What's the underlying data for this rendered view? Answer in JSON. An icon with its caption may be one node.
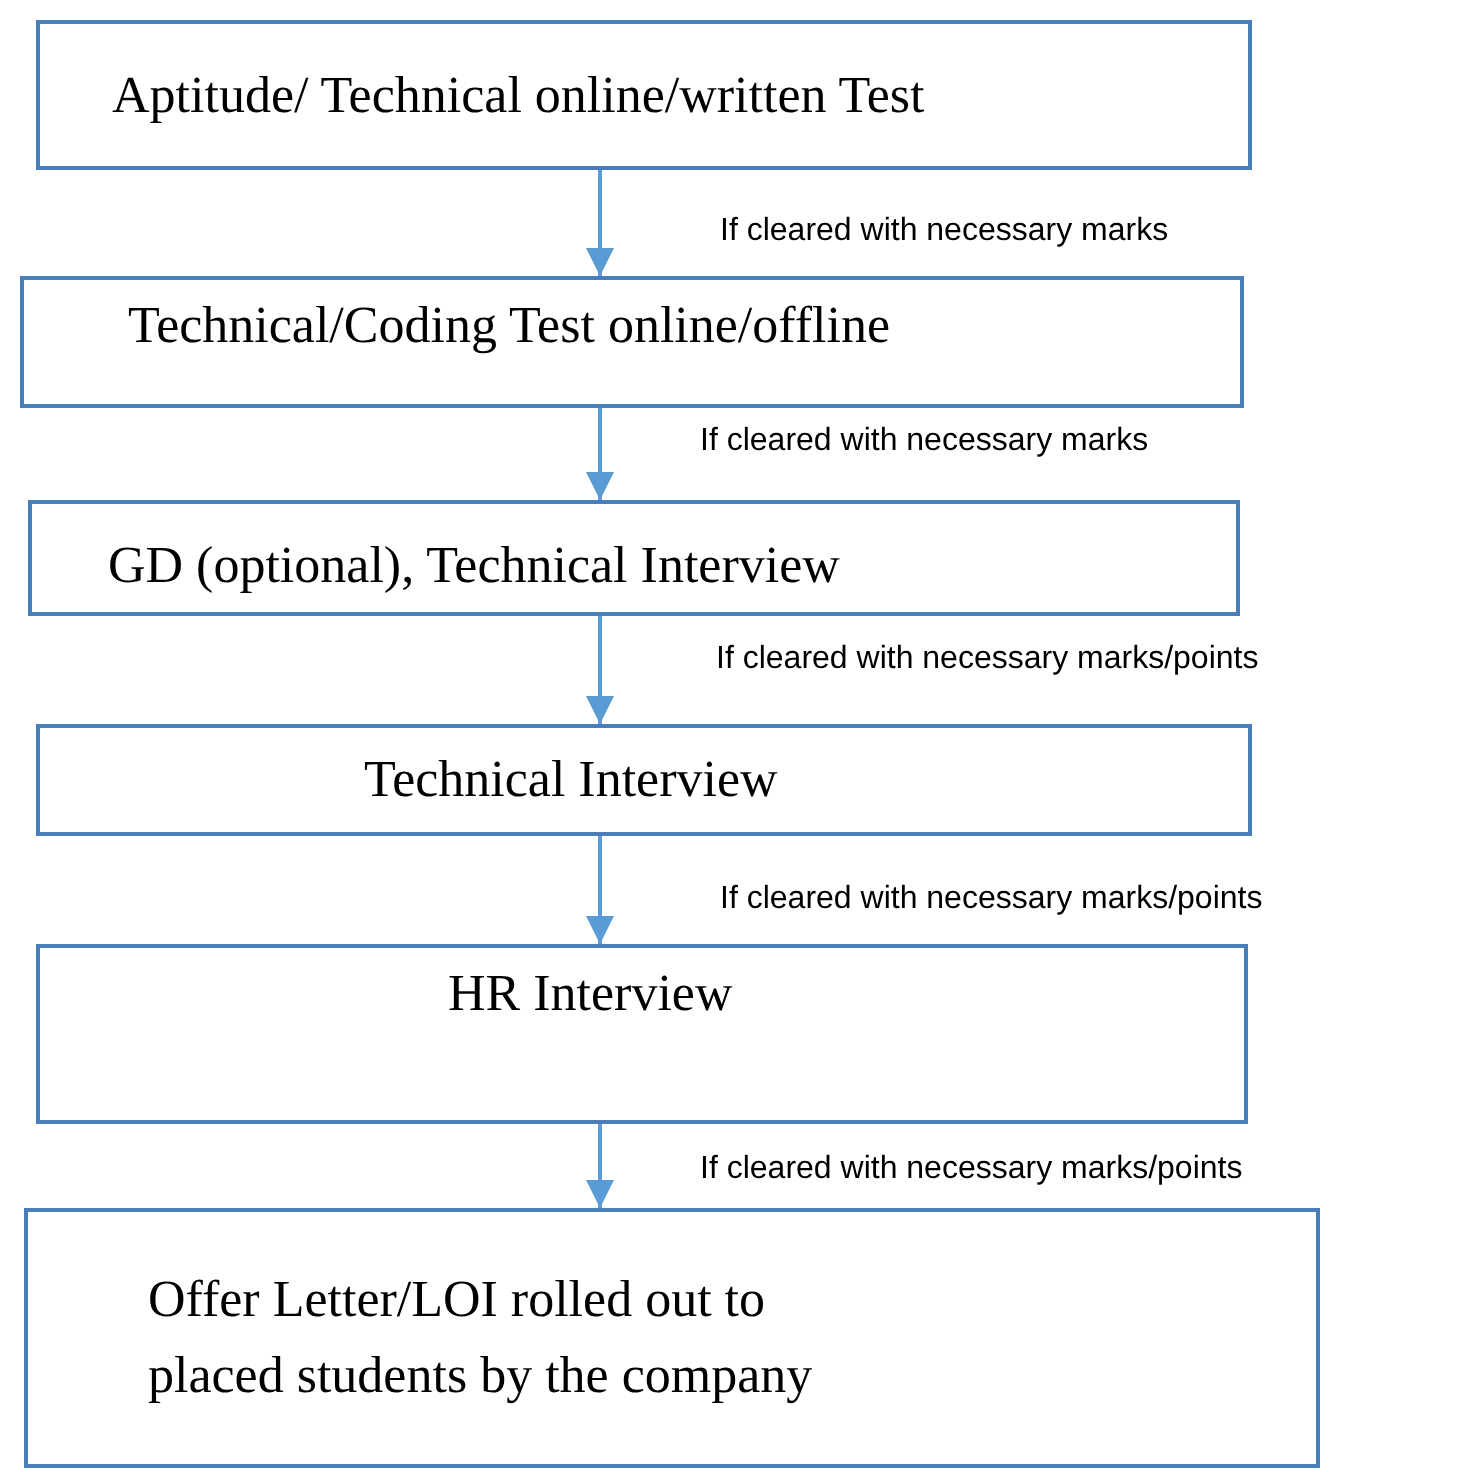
{
  "diagram": {
    "nodes": [
      {
        "text": [
          "Aptitude/ Technical online/written Test"
        ]
      },
      {
        "text": [
          "Technical/Coding Test online/offline"
        ]
      },
      {
        "text": [
          "GD (optional), Technical Interview"
        ]
      },
      {
        "text": [
          "Technical Interview"
        ]
      },
      {
        "text": [
          "HR Interview"
        ]
      },
      {
        "text": [
          "Offer Letter/LOI rolled out to placed students by the company"
        ]
      }
    ],
    "edges": [
      {
        "from": 0,
        "to": 1,
        "arrow": "to",
        "label": "If cleared with necessary marks"
      },
      {
        "from": 1,
        "to": 2,
        "arrow": "to",
        "label": "If cleared with necessary marks"
      },
      {
        "from": 2,
        "to": 3,
        "arrow": "to",
        "label": "If cleared with necessary marks/points"
      },
      {
        "from": 3,
        "to": 4,
        "arrow": "to",
        "label": "If cleared with necessary marks/points"
      },
      {
        "from": 4,
        "to": 5,
        "arrow": "to",
        "label": "If cleared with necessary marks/points"
      }
    ]
  }
}
